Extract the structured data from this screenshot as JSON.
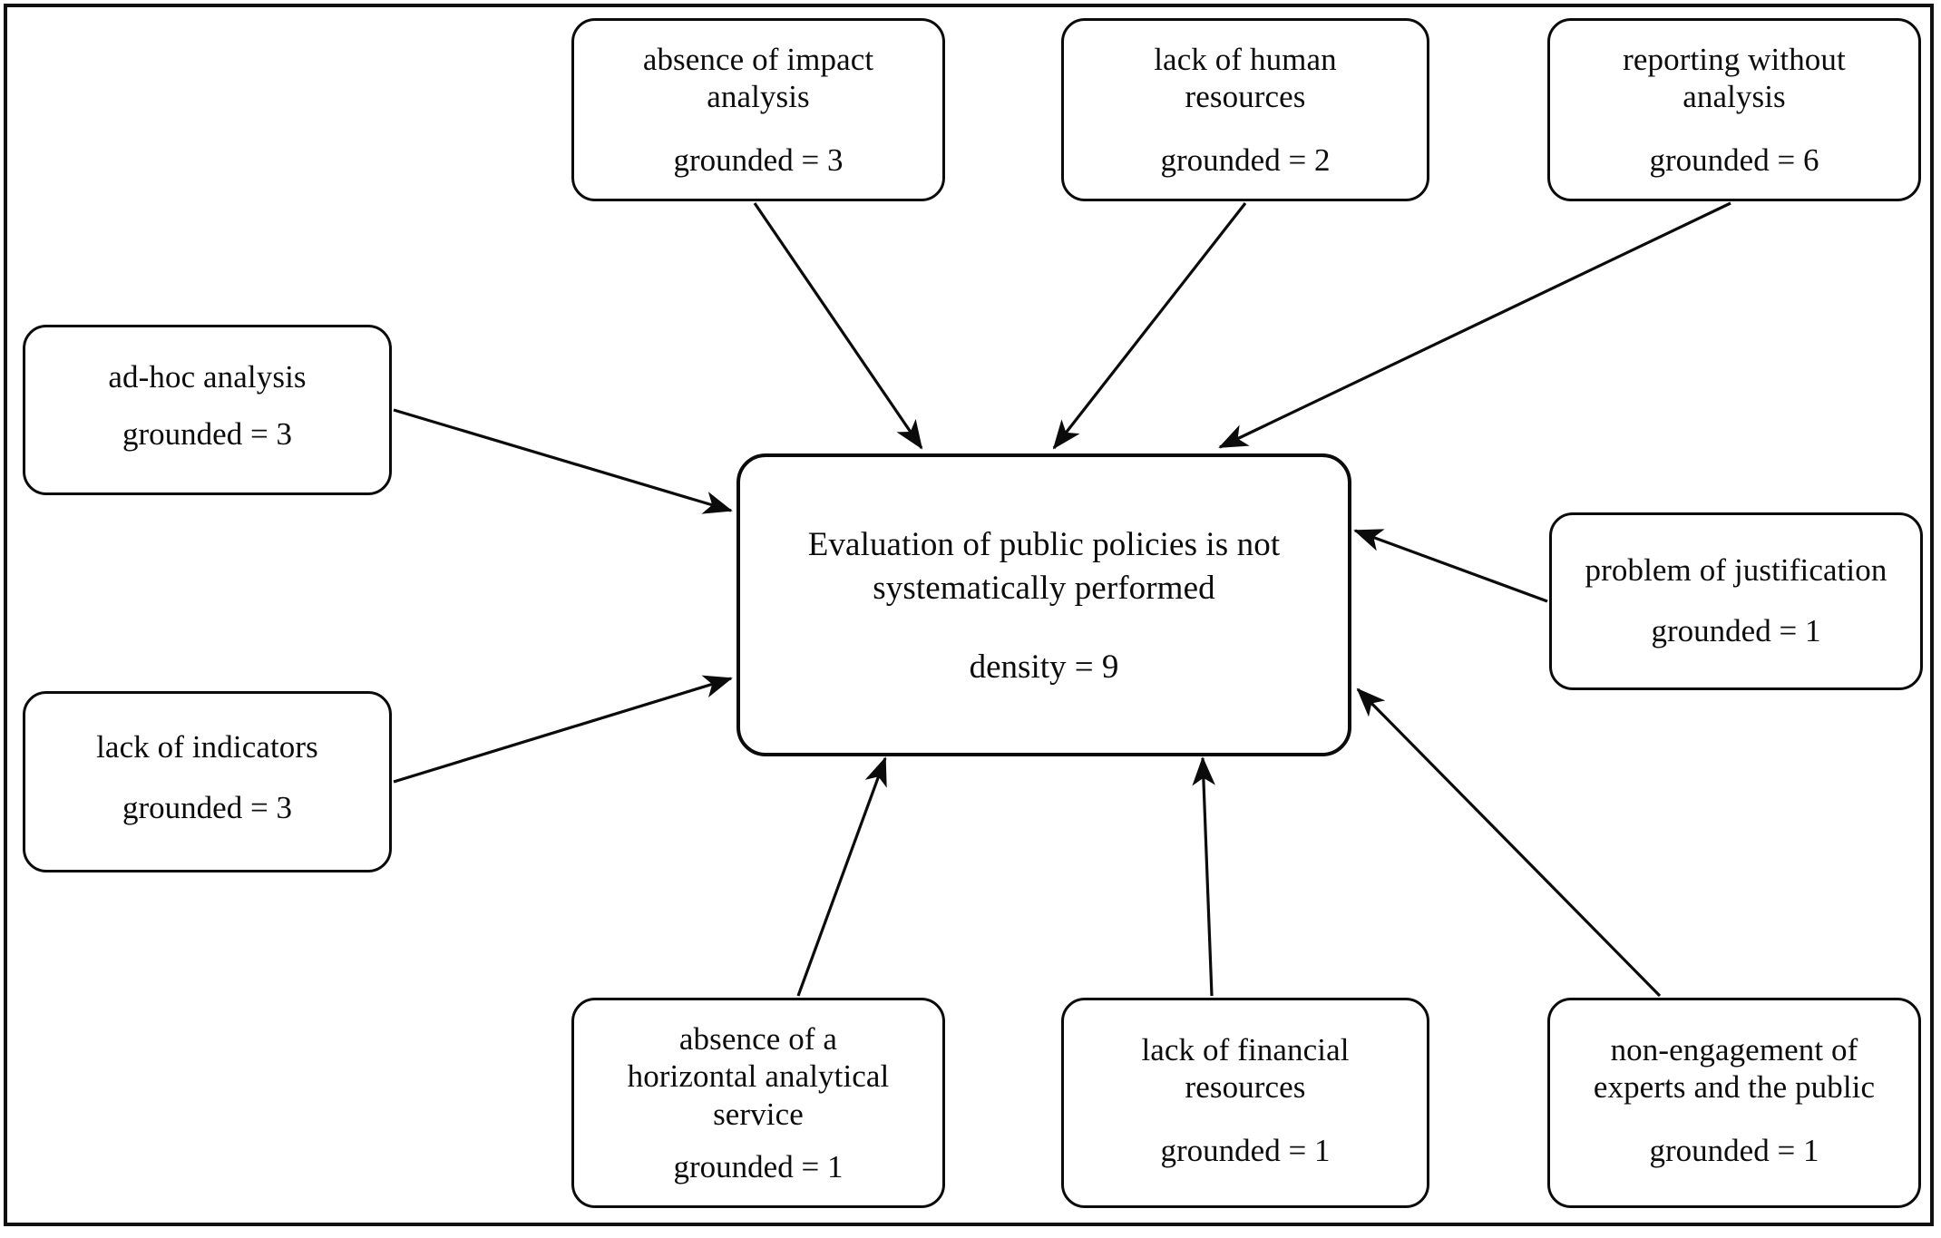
{
  "diagram": {
    "type": "network-diagram",
    "title_node": "Evaluation of public policies is not systematically performed",
    "center": {
      "label": "Evaluation of public policies is not\nsystematically performed",
      "metric": "density = 9"
    },
    "nodes": [
      {
        "id": "absence-of-impact-analysis",
        "label": "absence of impact\nanalysis",
        "metric": "grounded = 3"
      },
      {
        "id": "lack-of-human-resources",
        "label": "lack of human\nresources",
        "metric": "grounded = 2"
      },
      {
        "id": "reporting-without-analysis",
        "label": "reporting without\nanalysis",
        "metric": "grounded = 6"
      },
      {
        "id": "ad-hoc-analysis",
        "label": "ad-hoc analysis",
        "metric": "grounded = 3"
      },
      {
        "id": "lack-of-indicators",
        "label": "lack of indicators",
        "metric": "grounded = 3"
      },
      {
        "id": "problem-of-justification",
        "label": "problem of justification",
        "metric": "grounded = 1"
      },
      {
        "id": "absence-of-a-horizontal-analytical-service",
        "label": "absence of a\nhorizontal analytical\nservice",
        "metric": "grounded = 1"
      },
      {
        "id": "lack-of-financial-resources",
        "label": "lack of financial\nresources",
        "metric": "grounded = 1"
      },
      {
        "id": "non-engagement-of-experts-and-the-public",
        "label": "non-engagement of\nexperts and the public",
        "metric": "grounded = 1"
      }
    ],
    "edges": [
      {
        "from": "absence-of-impact-analysis",
        "to": "center"
      },
      {
        "from": "lack-of-human-resources",
        "to": "center"
      },
      {
        "from": "reporting-without-analysis",
        "to": "center"
      },
      {
        "from": "ad-hoc-analysis",
        "to": "center"
      },
      {
        "from": "lack-of-indicators",
        "to": "center"
      },
      {
        "from": "problem-of-justification",
        "to": "center"
      },
      {
        "from": "absence-of-a-horizontal-analytical-service",
        "to": "center"
      },
      {
        "from": "lack-of-financial-resources",
        "to": "center"
      },
      {
        "from": "non-engagement-of-experts-and-the-public",
        "to": "center"
      }
    ],
    "colors": {
      "stroke": "#0b0b0b",
      "background": "#ffffff",
      "text": "#0c0c0c"
    }
  }
}
